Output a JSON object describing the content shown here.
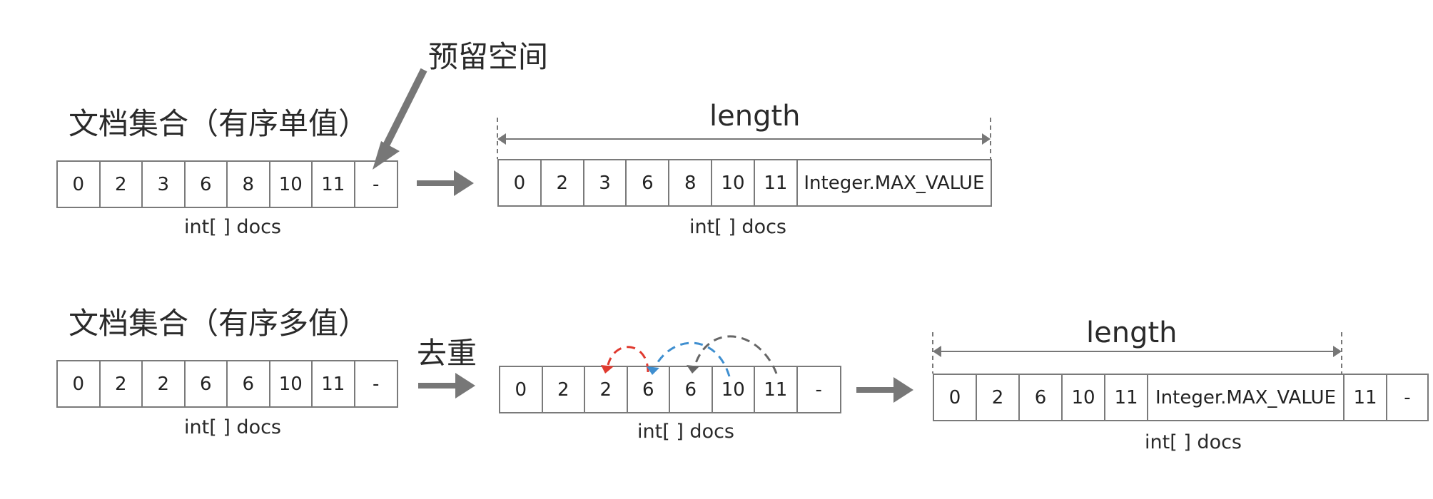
{
  "top": {
    "title": "文档集合（有序单值）",
    "reserved_label": "预留空间",
    "input_cells": [
      "0",
      "2",
      "3",
      "6",
      "8",
      "10",
      "11",
      "-"
    ],
    "input_caption": "int[ ] docs",
    "output_length_label": "length",
    "output_cells": [
      "0",
      "2",
      "3",
      "6",
      "8",
      "10",
      "11",
      "Integer.MAX_VALUE"
    ],
    "output_caption": "int[ ] docs"
  },
  "bottom": {
    "title": "文档集合（有序多值）",
    "dedupe_label": "去重",
    "input_cells": [
      "0",
      "2",
      "2",
      "6",
      "6",
      "10",
      "11",
      "-"
    ],
    "input_caption": "int[ ] docs",
    "middle_cells": [
      "0",
      "2",
      "2",
      "6",
      "6",
      "10",
      "11",
      "-"
    ],
    "middle_caption": "int[ ] docs",
    "output_length_label": "length",
    "output_cells": [
      "0",
      "2",
      "6",
      "10",
      "11",
      "Integer.MAX_VALUE",
      "11",
      "-"
    ],
    "output_caption": "int[ ] docs"
  },
  "colors": {
    "border": "#7a7a7a",
    "arrow": "#777777",
    "red_arc": "#e03a2f",
    "blue_arc": "#3f8fd0",
    "gray_arc": "#666666"
  }
}
